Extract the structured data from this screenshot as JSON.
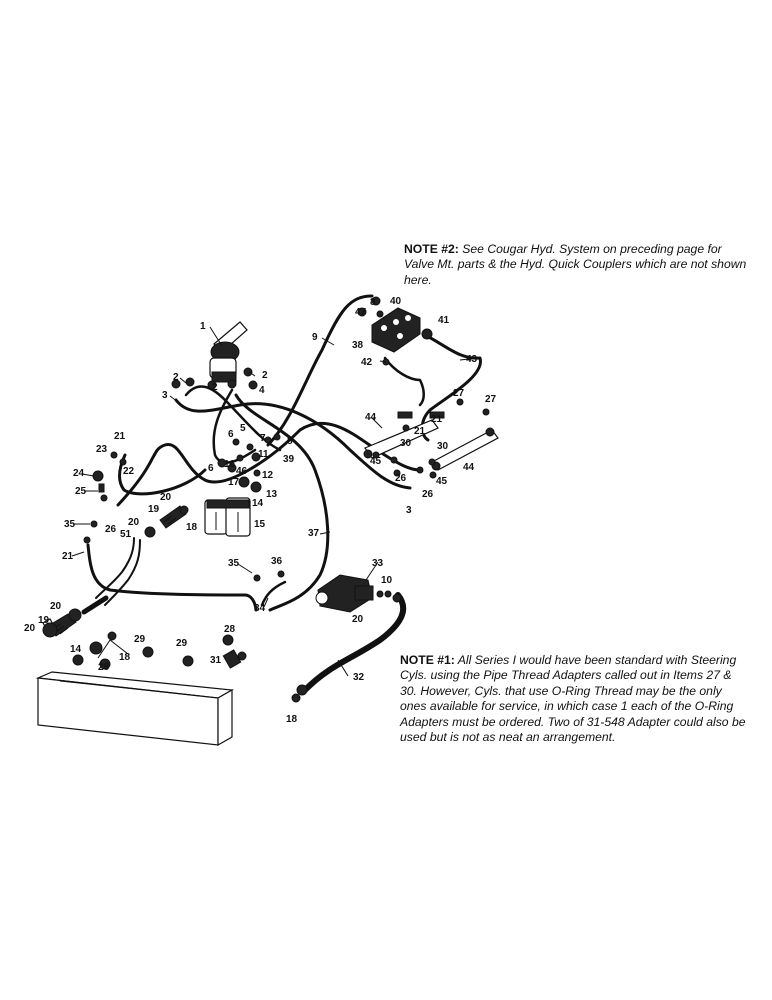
{
  "notes": {
    "note2": {
      "heading": "NOTE #2:",
      "text": "See Cougar Hyd. System on preceding page for Valve Mt. parts & the Hyd. Quick Couplers which are not shown here."
    },
    "note1": {
      "heading": "NOTE #1:",
      "text": "All Series I would have been standard with Steering Cyls. using the Pipe Thread Adapters called out in Items 27 & 30. However, Cyls. that use O-Ring Thread may be the only ones available for service, in which case 1 each of the O-Ring Adapters must be ordered. Two of 31-548 Adapter could also be used but is not as neat an arrangement."
    }
  },
  "callouts": [
    "1",
    "2",
    "2",
    "2",
    "3",
    "4",
    "5",
    "6",
    "6",
    "7",
    "8",
    "8",
    "9",
    "10",
    "11",
    "12",
    "13",
    "14",
    "14",
    "15",
    "16",
    "17",
    "18",
    "18",
    "18",
    "19",
    "19",
    "20",
    "20",
    "20",
    "20",
    "20",
    "21",
    "21",
    "21",
    "21",
    "22",
    "23",
    "24",
    "25",
    "26",
    "26",
    "26",
    "27",
    "27",
    "28",
    "28",
    "29",
    "29",
    "30",
    "30",
    "31",
    "32",
    "33",
    "34",
    "35",
    "35",
    "36",
    "37",
    "38",
    "39",
    "40",
    "41",
    "42",
    "43",
    "44",
    "44",
    "45",
    "45",
    "46",
    "47",
    "51",
    "3"
  ]
}
